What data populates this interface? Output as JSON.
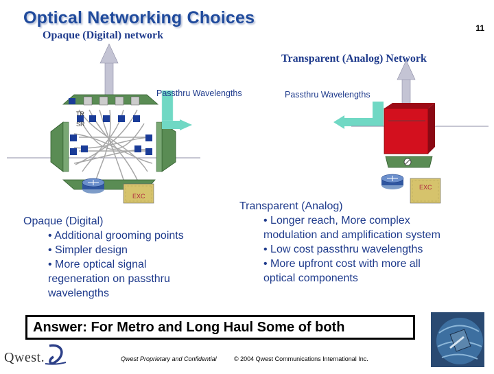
{
  "slide": {
    "title": "Optical Networking Choices",
    "page_number": "11"
  },
  "diagram": {
    "opaque_heading": "Opaque (Digital) network",
    "transparent_heading": "Transparent (Analog) Network",
    "passthru_left": "Passthru Wavelengths",
    "passthru_right": "Passthru Wavelengths",
    "tr_label": "TR",
    "sr_label": "SR",
    "exc_left": "EXC",
    "exc_right": "EXC"
  },
  "opaque": {
    "heading": "Opaque (Digital)",
    "bullets": [
      "• Additional grooming points",
      "• Simpler design",
      "• More optical signal regeneration on passthru wavelengths"
    ]
  },
  "transparent": {
    "heading": "Transparent (Analog)",
    "bullets": [
      "• Longer reach, More complex modulation and amplification system",
      "• Low cost passthru wavelengths",
      "• More upfront cost with more all optical components"
    ]
  },
  "answer": "Answer:  For Metro and Long Haul Some of both",
  "footer": {
    "logo": "Qwest.",
    "proprietary": "Qwest Proprietary and Confidential",
    "copyright": "© 2004  Qwest Communications International Inc."
  },
  "colors": {
    "title": "#1f4a9c",
    "text": "#1f3b8c",
    "node_green": "#5a8c54",
    "arrow_teal": "#70d8c4",
    "red_box": "#d3101e",
    "exc_box": "#d6c36c"
  }
}
